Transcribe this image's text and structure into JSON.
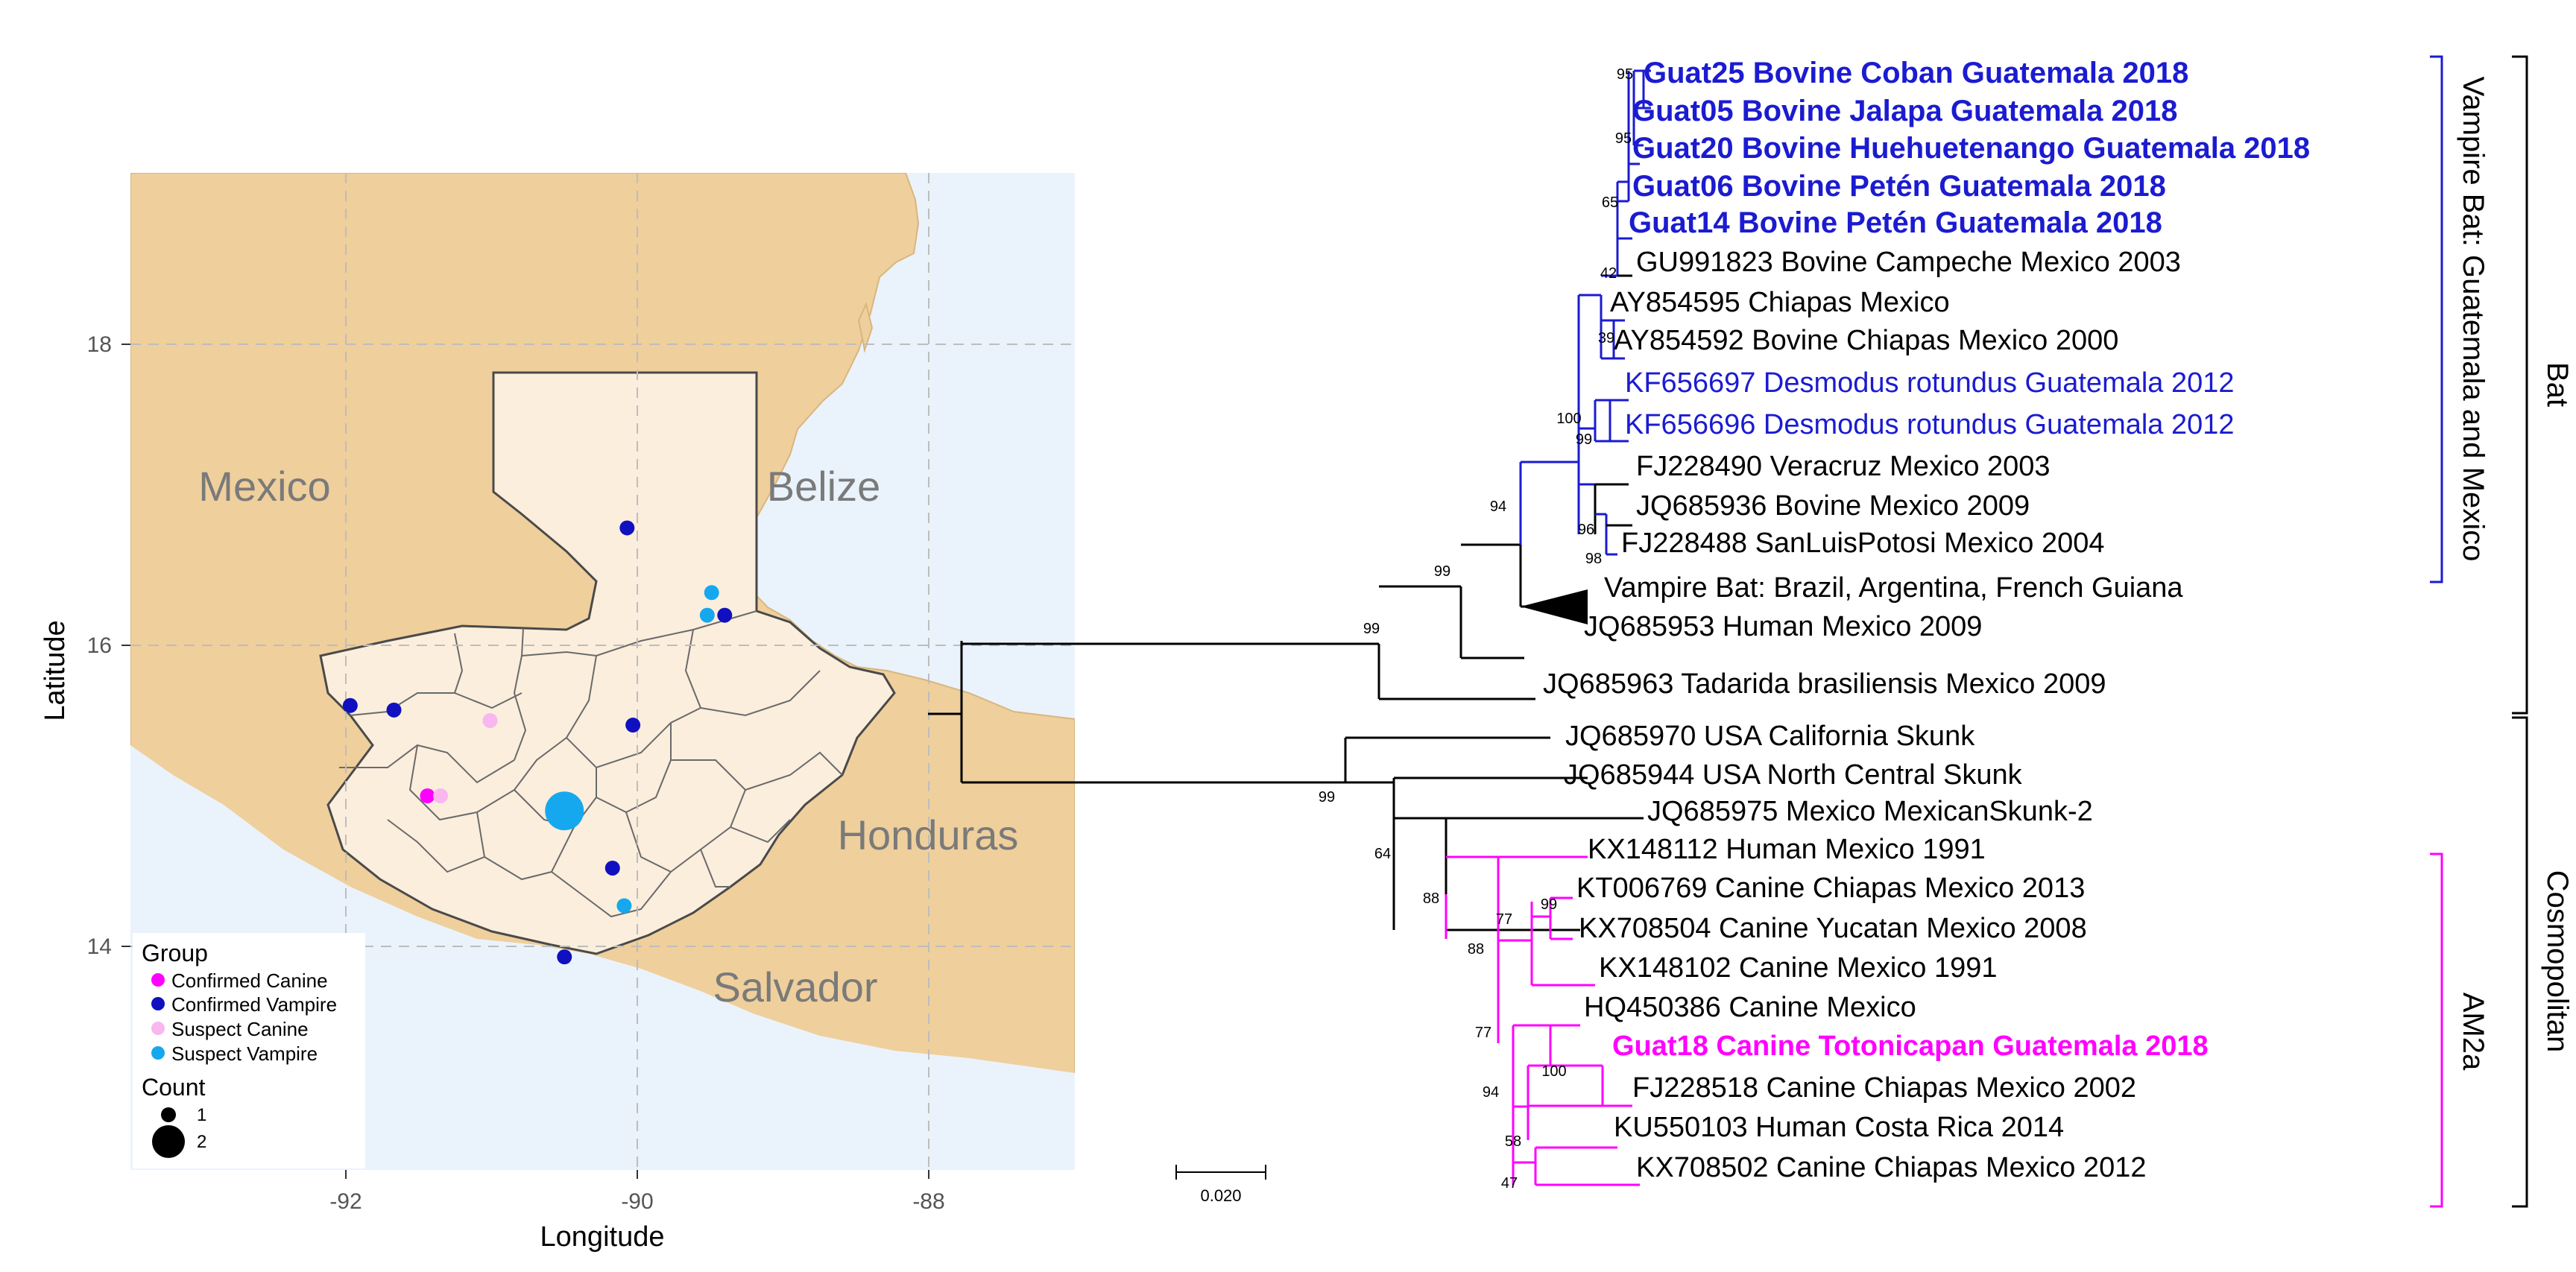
{
  "map": {
    "ylabel": "Latitude",
    "xlabel": "Longitude",
    "x_ticks": [
      "-92",
      "-90",
      "-88"
    ],
    "y_ticks": [
      "14",
      "16",
      "18"
    ],
    "country_labels": [
      "Mexico",
      "Belize",
      "Honduras",
      "Salvador"
    ],
    "colors": {
      "ocean": "#eaf3fb",
      "land": "#efcf9c",
      "guatemala": "#fbeedd",
      "confirmed_canine": "#ff00ff",
      "confirmed_vampire": "#1010c0",
      "suspect_canine": "#f9b7ef",
      "suspect_vampire": "#16a8ee"
    },
    "legend": {
      "group_title": "Group",
      "groups": [
        {
          "label": "Confirmed Canine",
          "color": "#ff00ff"
        },
        {
          "label": "Confirmed Vampire",
          "color": "#1010c0"
        },
        {
          "label": "Suspect Canine",
          "color": "#f9b7ef"
        },
        {
          "label": "Suspect Vampire",
          "color": "#16a8ee"
        }
      ],
      "count_title": "Count",
      "counts": [
        "1",
        "2"
      ]
    },
    "points": [
      {
        "lon": -90.07,
        "lat": 16.78,
        "group": "confirmed_vampire",
        "count": 1
      },
      {
        "lon": -89.49,
        "lat": 16.35,
        "group": "suspect_vampire",
        "count": 1
      },
      {
        "lon": -89.52,
        "lat": 16.2,
        "group": "suspect_vampire",
        "count": 1
      },
      {
        "lon": -89.4,
        "lat": 16.2,
        "group": "confirmed_vampire",
        "count": 1
      },
      {
        "lon": -91.97,
        "lat": 15.6,
        "group": "confirmed_vampire",
        "count": 1
      },
      {
        "lon": -91.67,
        "lat": 15.57,
        "group": "confirmed_vampire",
        "count": 1
      },
      {
        "lon": -91.01,
        "lat": 15.5,
        "group": "suspect_canine",
        "count": 1
      },
      {
        "lon": -90.03,
        "lat": 15.47,
        "group": "confirmed_vampire",
        "count": 1
      },
      {
        "lon": -91.44,
        "lat": 15.0,
        "group": "confirmed_canine",
        "count": 1
      },
      {
        "lon": -91.35,
        "lat": 15.0,
        "group": "suspect_canine",
        "count": 1
      },
      {
        "lon": -90.5,
        "lat": 14.9,
        "group": "suspect_vampire",
        "count": 2
      },
      {
        "lon": -90.17,
        "lat": 14.52,
        "group": "confirmed_vampire",
        "count": 1
      },
      {
        "lon": -90.09,
        "lat": 14.27,
        "group": "suspect_vampire",
        "count": 1
      },
      {
        "lon": -90.5,
        "lat": 13.93,
        "group": "confirmed_vampire",
        "count": 1
      }
    ]
  },
  "tree": {
    "scale_label": "0.020",
    "clade_labels": {
      "bat": "Bat",
      "vampire_bat": "Vampire Bat: Guatemala and Mexico",
      "cosmopolitan": "Cosmopolitan",
      "am2a": "AM2a"
    },
    "colors": {
      "blue": "#1b1bd0",
      "magenta": "#ff00ff",
      "black": "#000000"
    },
    "taxa": [
      {
        "label": "Guat25  Bovine Coban Guatemala 2018",
        "color": "blue",
        "bold": true
      },
      {
        "label": "Guat05 Bovine Jalapa Guatemala 2018",
        "color": "blue",
        "bold": true
      },
      {
        "label": "Guat20 Bovine Huehuetenango Guatemala 2018",
        "color": "blue",
        "bold": true
      },
      {
        "label": "Guat06 Bovine Petén Guatemala 2018",
        "color": "blue",
        "bold": true
      },
      {
        "label": "Guat14 Bovine Petén Guatemala 2018",
        "color": "blue",
        "bold": true
      },
      {
        "label": "GU991823 Bovine Campeche Mexico 2003",
        "color": "black",
        "bold": false
      },
      {
        "label": "AY854595 Chiapas Mexico",
        "color": "black",
        "bold": false
      },
      {
        "label": "AY854592 Bovine Chiapas Mexico 2000",
        "color": "black",
        "bold": false
      },
      {
        "label": "KF656697 Desmodus rotundus Guatemala 2012",
        "color": "blue",
        "bold": false
      },
      {
        "label": "KF656696 Desmodus rotundus Guatemala 2012",
        "color": "blue",
        "bold": false
      },
      {
        "label": "FJ228490 Veracruz Mexico 2003",
        "color": "black",
        "bold": false
      },
      {
        "label": "JQ685936 Bovine Mexico 2009",
        "color": "black",
        "bold": false
      },
      {
        "label": "FJ228488 SanLuisPotosi Mexico 2004",
        "color": "black",
        "bold": false
      },
      {
        "label": "Vampire Bat: Brazil, Argentina, French Guiana",
        "color": "black",
        "bold": false
      },
      {
        "label": "JQ685953 Human Mexico 2009",
        "color": "black",
        "bold": false
      },
      {
        "label": "JQ685963 Tadarida brasiliensis Mexico 2009",
        "color": "black",
        "bold": false
      },
      {
        "label": "JQ685970 USA California Skunk",
        "color": "black",
        "bold": false
      },
      {
        "label": "JQ685944 USA North Central Skunk",
        "color": "black",
        "bold": false
      },
      {
        "label": "JQ685975 Mexico MexicanSkunk-2",
        "color": "black",
        "bold": false
      },
      {
        "label": "KX148112 Human Mexico 1991",
        "color": "black",
        "bold": false
      },
      {
        "label": "KT006769 Canine Chiapas Mexico 2013",
        "color": "black",
        "bold": false
      },
      {
        "label": "KX708504 Canine Yucatan Mexico 2008",
        "color": "black",
        "bold": false
      },
      {
        "label": "KX148102 Canine Mexico 1991",
        "color": "black",
        "bold": false
      },
      {
        "label": "HQ450386 Canine Mexico",
        "color": "black",
        "bold": false
      },
      {
        "label": "Guat18 Canine Totonicapan Guatemala 2018",
        "color": "magenta",
        "bold": true
      },
      {
        "label": "FJ228518 Canine Chiapas Mexico 2002",
        "color": "black",
        "bold": false
      },
      {
        "label": "KU550103 Human Costa Rica 2014",
        "color": "black",
        "bold": false
      },
      {
        "label": "KX708502 Canine Chiapas Mexico 2012",
        "color": "black",
        "bold": false
      }
    ],
    "bootstrap_values": [
      "95",
      "95",
      "65",
      "42",
      "39",
      "100",
      "99",
      "96",
      "98",
      "94",
      "99",
      "99",
      "99",
      "64",
      "88",
      "99",
      "77",
      "88",
      "77",
      "100",
      "94",
      "58",
      "47"
    ]
  }
}
